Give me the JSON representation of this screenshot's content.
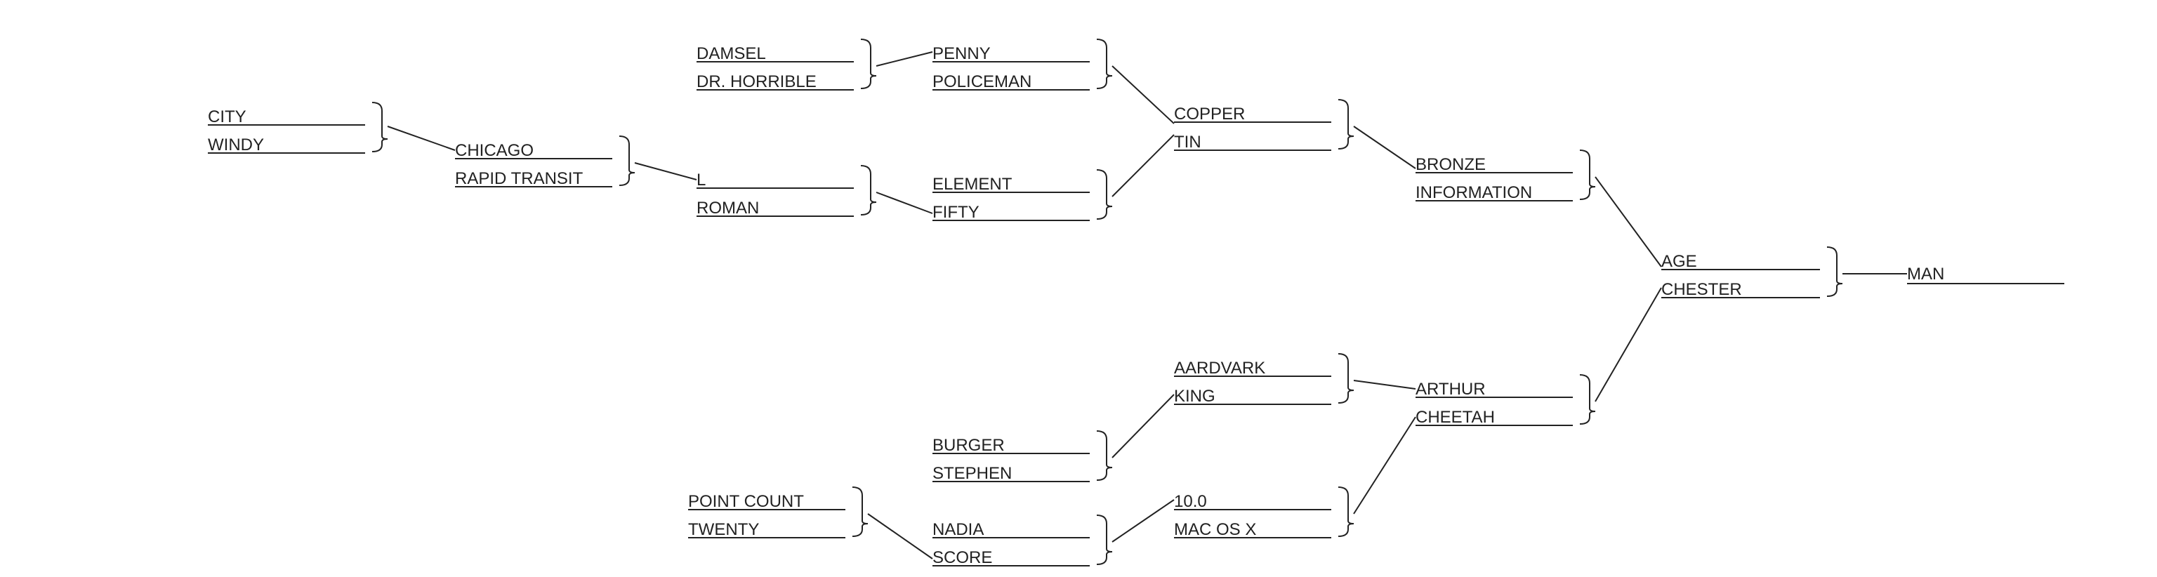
{
  "bracket": {
    "words": {
      "city": "CITY",
      "windy": "WINDY",
      "chicago": "CHICAGO",
      "rapid_transit": "RAPID TRANSIT",
      "damsel": "DAMSEL",
      "dr_horrible": "DR. HORRIBLE",
      "l": "L",
      "roman": "ROMAN",
      "penny": "PENNY",
      "policeman": "POLICEMAN",
      "element": "ELEMENT",
      "fifty": "FIFTY",
      "copper": "COPPER",
      "tin": "TIN",
      "bronze": "BRONZE",
      "information": "INFORMATION",
      "age": "AGE",
      "chester": "CHESTER",
      "man": "MAN",
      "aardvark": "AARDVARK",
      "king": "KING",
      "arthur": "ARTHUR",
      "cheetah": "CHEETAH",
      "burger": "BURGER",
      "stephen": "STEPHEN",
      "point_count": "POINT COUNT",
      "twenty": "TWENTY",
      "nadia": "NADIA",
      "score": "SCORE",
      "ten_point_zero": "10.0",
      "mac_os_x": "MAC OS X"
    }
  }
}
